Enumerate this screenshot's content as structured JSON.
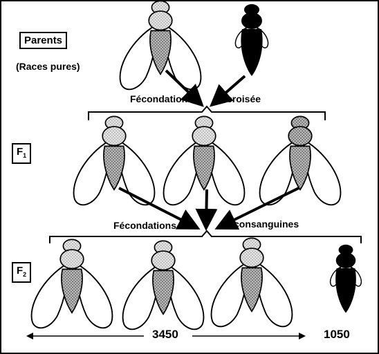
{
  "parents": {
    "label": "Parents",
    "sublabel": "(Races pures)"
  },
  "f1": {
    "label": "F",
    "subscript": "1"
  },
  "f2": {
    "label": "F",
    "subscript": "2"
  },
  "cross_cross": {
    "word1": "Fécondation",
    "word2": "croisée"
  },
  "cross_inbred": {
    "word1": "Fécondations",
    "word2": "consanguines"
  },
  "counts": {
    "wild_type": "3450",
    "mutant": "1050"
  },
  "colors": {
    "ink": "#000000",
    "wild_thorax": "#d2d2d2",
    "wild_abdomen": "#a9a9a9",
    "mutant_body": "#000000",
    "wing": "#ffffff"
  },
  "icons": {
    "wild_fly": "wild-type-fly-icon",
    "mutant_fly": "black-mutant-fly-icon"
  }
}
